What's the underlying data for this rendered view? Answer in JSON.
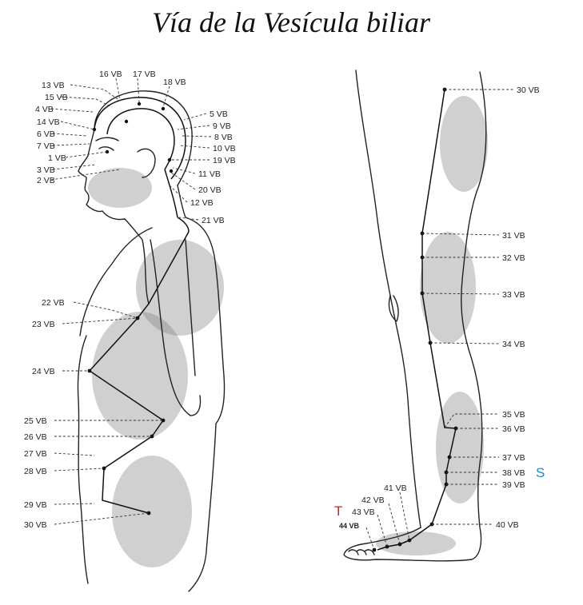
{
  "title": "Vía de la Vesícula biliar",
  "markers": {
    "t": {
      "text": "T",
      "color": "#c0262c"
    },
    "s": {
      "text": "S",
      "color": "#1a8fc2"
    }
  },
  "labels": {
    "vb1": "1 VB",
    "vb2": "2 VB",
    "vb3": "3 VB",
    "vb4": "4 VB",
    "vb5": "5 VB",
    "vb6": "6 VB",
    "vb7": "7 VB",
    "vb8": "8 VB",
    "vb9": "9 VB",
    "vb10": "10 VB",
    "vb11": "11 VB",
    "vb12": "12 VB",
    "vb13": "13 VB",
    "vb14": "14 VB",
    "vb15": "15 VB",
    "vb16": "16 VB",
    "vb17": "17 VB",
    "vb18": "18 VB",
    "vb19": "19 VB",
    "vb20": "20 VB",
    "vb21": "21 VB",
    "vb22": "22 VB",
    "vb23": "23 VB",
    "vb24": "24 VB",
    "vb25": "25 VB",
    "vb26": "26 VB",
    "vb27": "27 VB",
    "vb28": "28 VB",
    "vb29": "29 VB",
    "vb30": "30 VB",
    "vb31": "31 VB",
    "vb32": "32 VB",
    "vb33": "33 VB",
    "vb34": "34 VB",
    "vb35": "35 VB",
    "vb36": "36 VB",
    "vb37": "37 VB",
    "vb38": "38 VB",
    "vb39": "39 VB",
    "vb40": "40 VB",
    "vb41": "41 VB",
    "vb42": "42 VB",
    "vb43": "43 VB",
    "vb44": "44 VB"
  }
}
